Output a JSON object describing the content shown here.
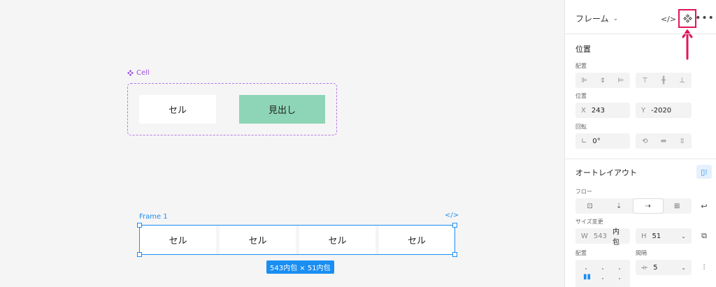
{
  "canvas": {
    "component": {
      "name": "Cell",
      "cell_label": "セル",
      "heading_label": "見出し"
    },
    "frame": {
      "name": "Frame 1",
      "code_icon": "</>",
      "cells": [
        "セル",
        "セル",
        "セル",
        "セル"
      ],
      "size_badge": "543内包 × 51内包"
    }
  },
  "panel": {
    "frame_title": "フレーム",
    "icons": {
      "code": "code-icon",
      "component": "component-icon",
      "more": "more-icon"
    },
    "position": {
      "title": "位置",
      "alignment_label": "配置",
      "position_label": "位置",
      "x_label": "X",
      "x_value": "243",
      "y_label": "Y",
      "y_value": "-2020",
      "rotation_label": "回転",
      "rotation_value": "0°"
    },
    "auto_layout": {
      "title": "オートレイアウト",
      "flow_label": "フロー",
      "resize_label": "サイズ変更",
      "w_label": "W",
      "w_value": "543",
      "w_mode": "内包",
      "h_label": "H",
      "h_value": "51",
      "alignment_label": "配置",
      "gap_label": "間隔",
      "gap_value": "5"
    }
  },
  "colors": {
    "accent": "#1a8ef2",
    "component": "#9b51e0",
    "heading_fill": "#8dd5b6",
    "highlight": "#e0165c"
  }
}
